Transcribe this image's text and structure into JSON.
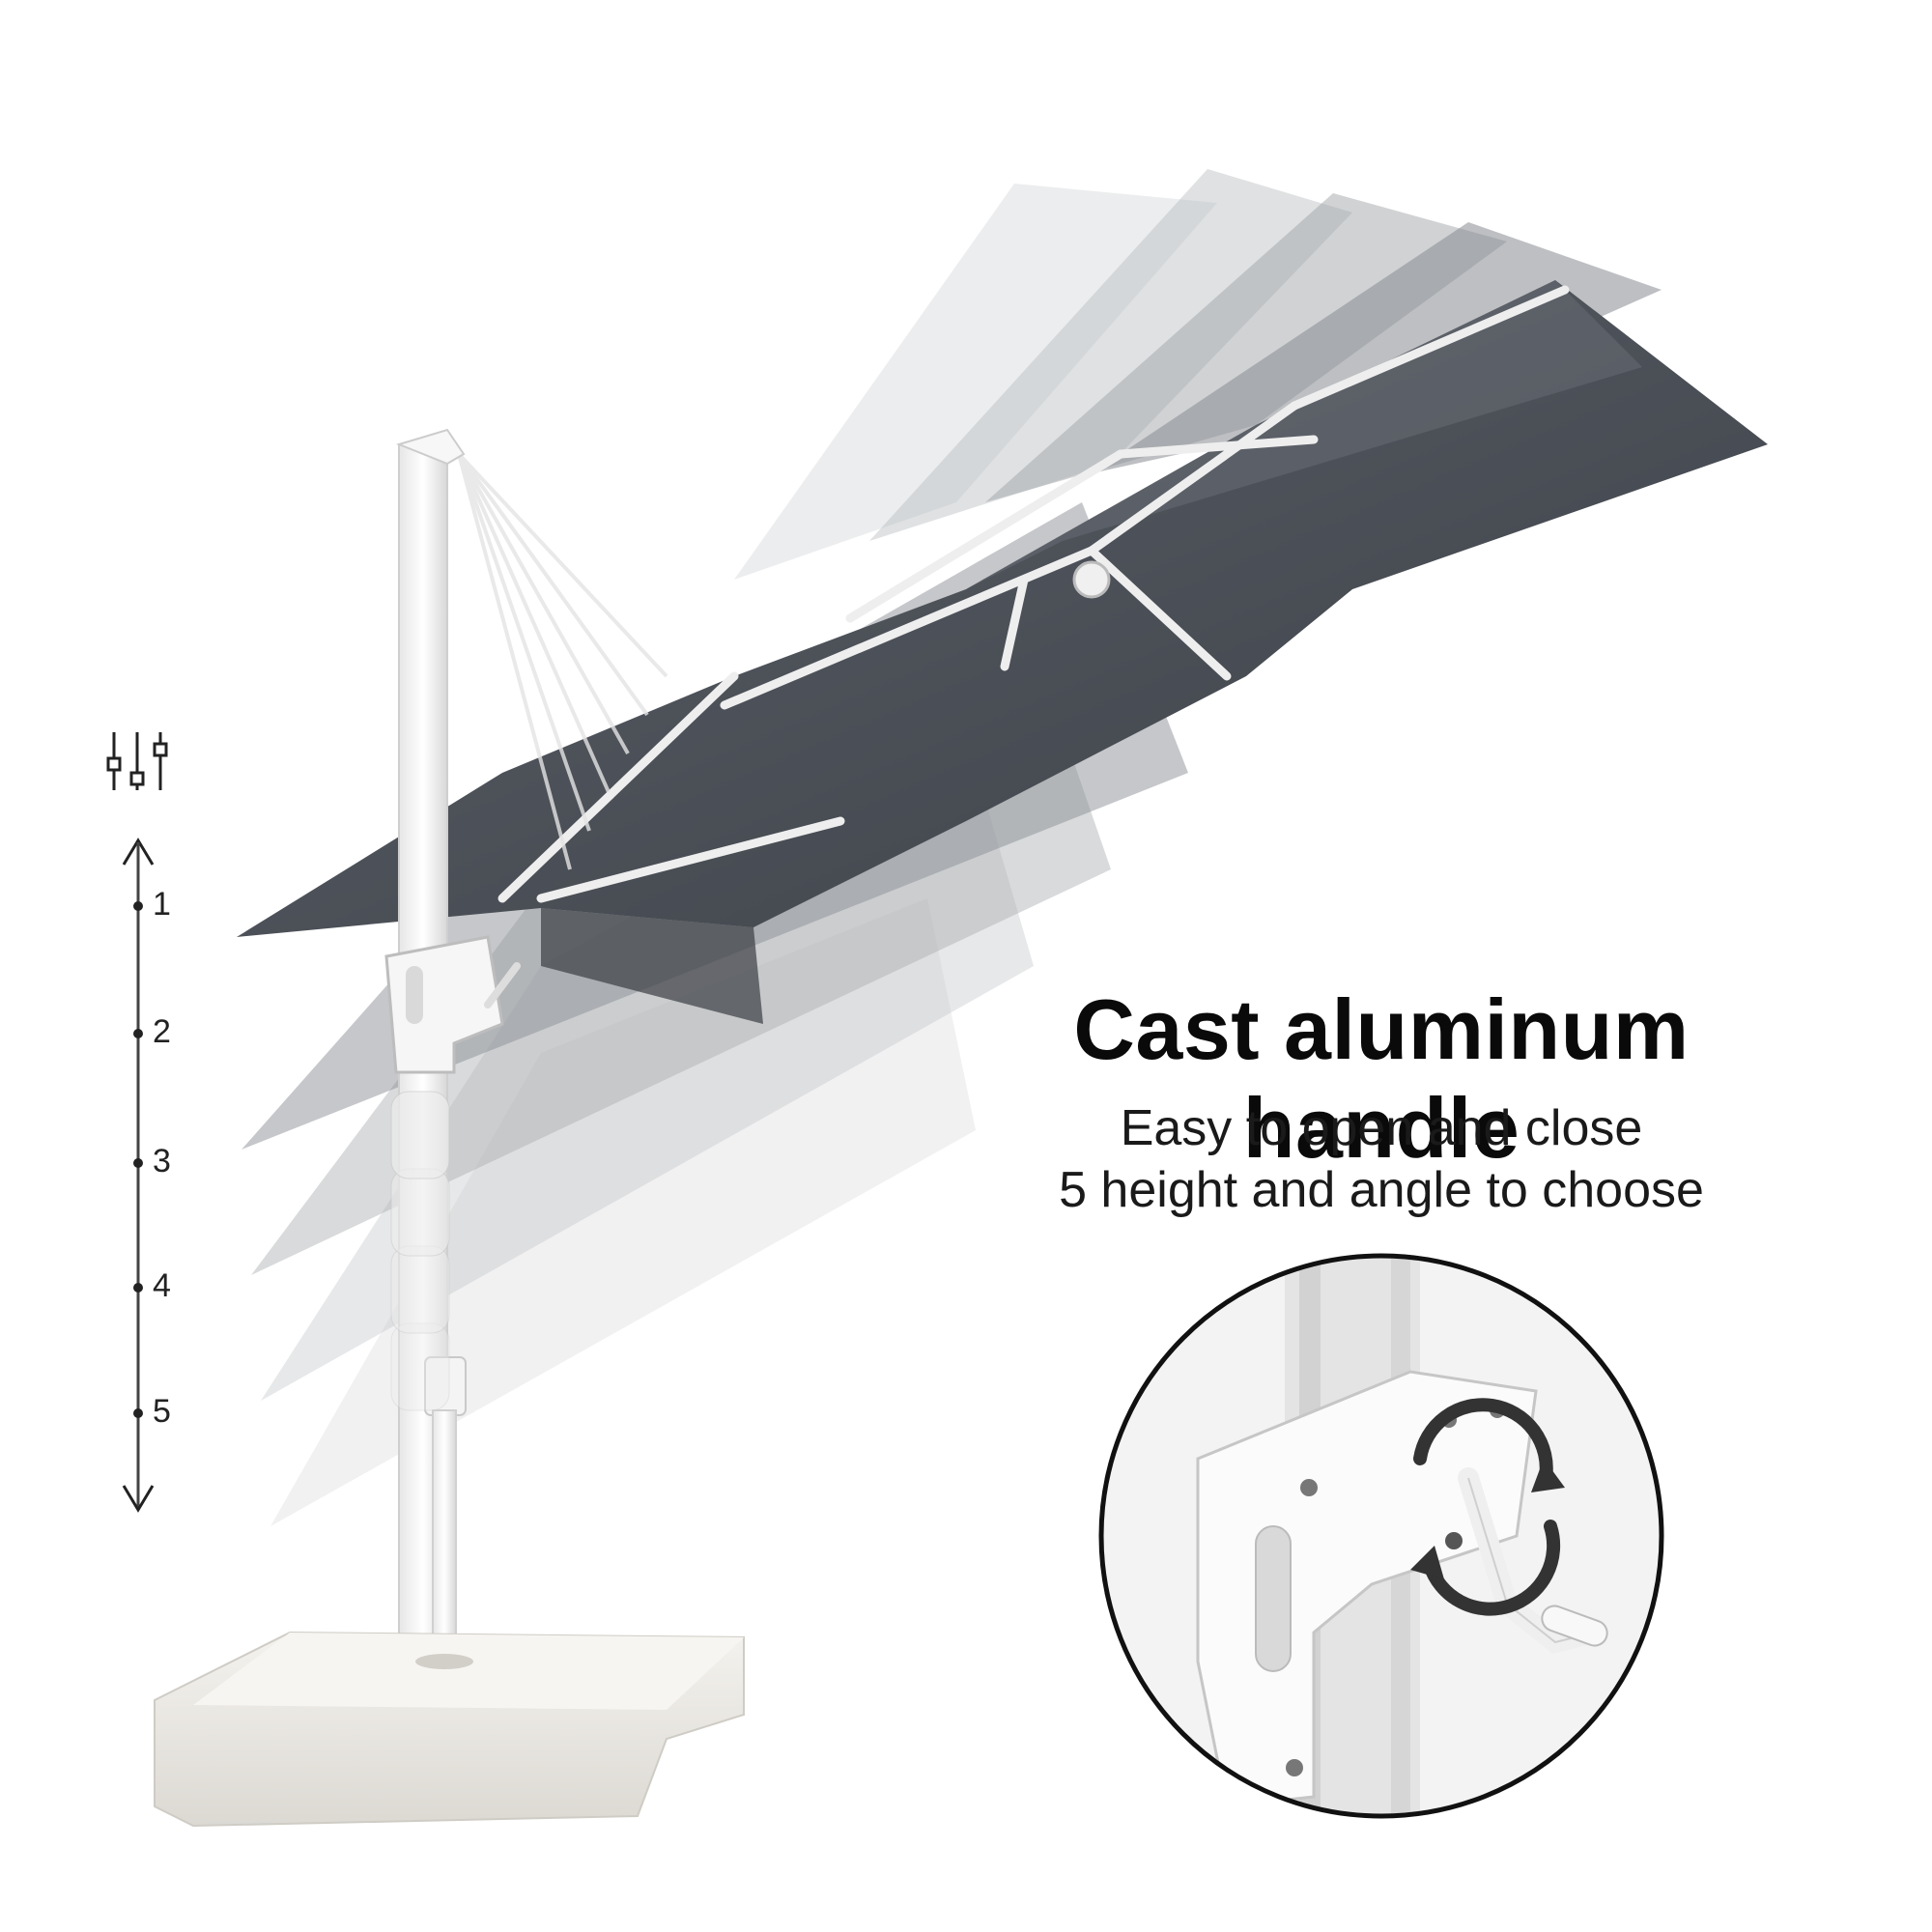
{
  "headline": "Cast aluminum handle",
  "subheadline_lines": [
    "Easy to open and close",
    "5 height and angle to choose"
  ],
  "height_levels": [
    "1",
    "2",
    "3",
    "4",
    "5"
  ],
  "icons": {
    "adjust": "sliders-icon",
    "arrow_up": "arrow-up-icon",
    "arrow_down": "arrow-down-icon",
    "rotate": "rotate-arrows-icon"
  },
  "colors": {
    "canopy": "#4a4e55",
    "frame": "#f2f2f2",
    "text": "#0a0a0a"
  }
}
